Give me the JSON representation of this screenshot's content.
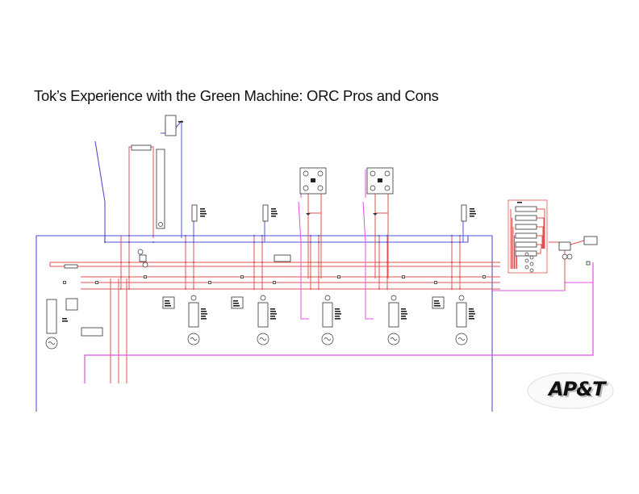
{
  "slide": {
    "title": "Tok’s Experience with the Green Machine: ORC Pros and Cons"
  },
  "diagram": {
    "description": "Piping and instrumentation schematic of ORC (Organic Rankine Cycle) Green Machine units integrated with diesel generator jacket water loops",
    "line_colors": {
      "hot_water": "#e05050",
      "cooling_water": "#5050d8",
      "glycol_loop": "#e050e0",
      "equipment_outline": "#333333"
    },
    "generator_count": 6,
    "orc_unit_count": 2,
    "heat_exchanger_count": 4,
    "radiator_count": 5,
    "heating_loads_box_count": 6
  },
  "logo": {
    "text": "AP&T"
  }
}
